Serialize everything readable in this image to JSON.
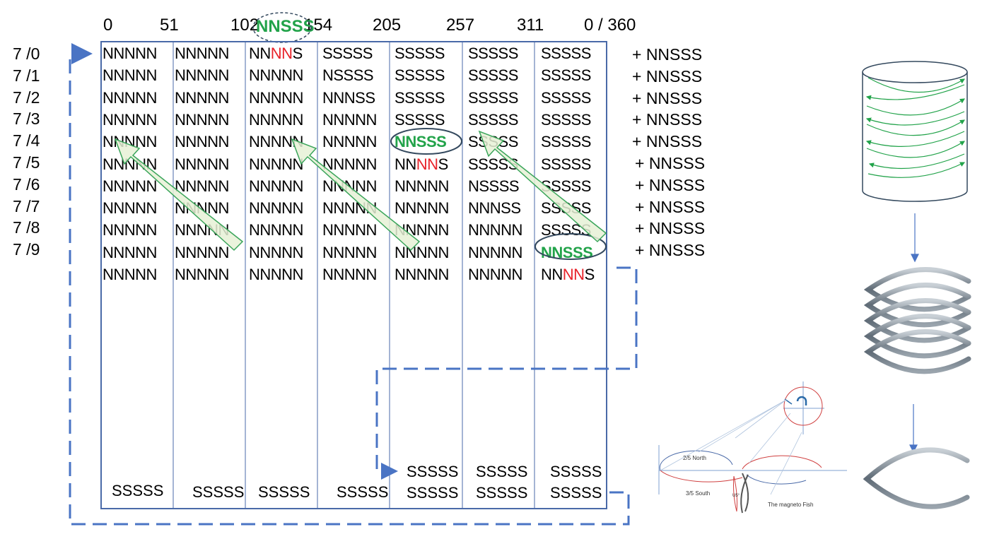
{
  "degrees": [
    "0",
    "51",
    "102",
    "154",
    "205",
    "257",
    "311",
    "0 / 360"
  ],
  "top_marker": "NNSSS",
  "row_labels": [
    "7 /0",
    "7 /1",
    "7 /2",
    "7 /3",
    "7 /4",
    "7 /5",
    "7 /6",
    "7 /7",
    "7 /8",
    "7 /9"
  ],
  "plus_labels": [
    "+ NNSSS",
    "+ NNSSS",
    "+ NNSSS",
    "+ NNSSS",
    "+ NNSSS",
    "+ NNSSS",
    "+ NNSSS",
    "+ NNSSS",
    "+ NNSSS",
    "+ NNSSS"
  ],
  "grid": [
    [
      "NNNNN",
      "NNNNN",
      "NN|NN|S",
      "SSSSS",
      "SSSSS",
      "SSSSS",
      "SSSSS"
    ],
    [
      "NNNNN",
      "NNNNN",
      "NNNNN",
      "NSSSS",
      "SSSSS",
      "SSSSS",
      "SSSSS"
    ],
    [
      "NNNNN",
      "NNNNN",
      "NNNNN",
      "NNNSS",
      "SSSSS",
      "SSSSS",
      "SSSSS"
    ],
    [
      "NNNNN",
      "NNNNN",
      "NNNNN",
      "NNNNN",
      "SSSSS",
      "SSSSS",
      "SSSSS"
    ],
    [
      "NNNNN",
      "NNNNN",
      "NNNNN",
      "NNNNN",
      "NNSSS",
      "SSSSS",
      "SSSSS"
    ],
    [
      "NNNNN",
      "NNNNN",
      "NNNNN",
      "NNNNN",
      "NN|NN|S",
      "SSSSS",
      "SSSSS"
    ],
    [
      "NNNNN",
      "NNNNN",
      "NNNNN",
      "NNNNN",
      "NNNNN",
      "NSSSS",
      "SSSSS"
    ],
    [
      "NNNNN",
      "NNNNN",
      "NNNNN",
      "NNNNN",
      "NNNNN",
      "NNNSS",
      "SSSSS"
    ],
    [
      "NNNNN",
      "NNNNN",
      "NNNNN",
      "NNNNN",
      "NNNNN",
      "NNNNN",
      "SSSSS"
    ],
    [
      "NNNNN",
      "NNNNN",
      "NNNNN",
      "NNNNN",
      "NNNNN",
      "NNNNN",
      "NNSSS"
    ],
    [
      "NNNNN",
      "NNNNN",
      "NNNNN",
      "NNNNN",
      "NNNNN",
      "NNNNN",
      "NN|NN|S"
    ]
  ],
  "highlight_cells": [
    [
      4,
      4
    ],
    [
      9,
      6
    ]
  ],
  "bottom_single": [
    "SSSSS",
    "SSSSS",
    "SSSSS",
    "SSSSS"
  ],
  "bottom_double": [
    "SSSSS",
    "SSSSS",
    "SSSSS"
  ],
  "inset": {
    "north_label": "2/5 North",
    "south_label": "3/5 South",
    "angle_label": "U5°",
    "caption": "The magneto Fish"
  },
  "colors": {
    "grid_line": "#4a6aa8",
    "dashed_line": "#4a74c4",
    "green_text": "#22a34a",
    "red_text": "#e8232a",
    "arrow_fill": "#e6f1d6",
    "arrow_stroke": "#3aa55a",
    "cylinder_line": "#34495e",
    "fish_metal": "#6f7a85"
  }
}
